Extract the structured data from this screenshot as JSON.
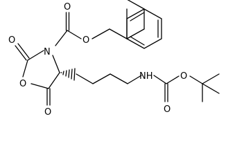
{
  "structure": {
    "atom_labels": {
      "carbonyl_o_top": "O",
      "ester_o_benzyl": "O",
      "ring_n": "N",
      "carbonyl_o_ring_c2": "O",
      "ring_o": "O",
      "carbonyl_o_ring_c5": "O",
      "carbamate_nh": "NH",
      "carbamate_o_double": "O",
      "carbamate_o_ester": "O"
    }
  }
}
